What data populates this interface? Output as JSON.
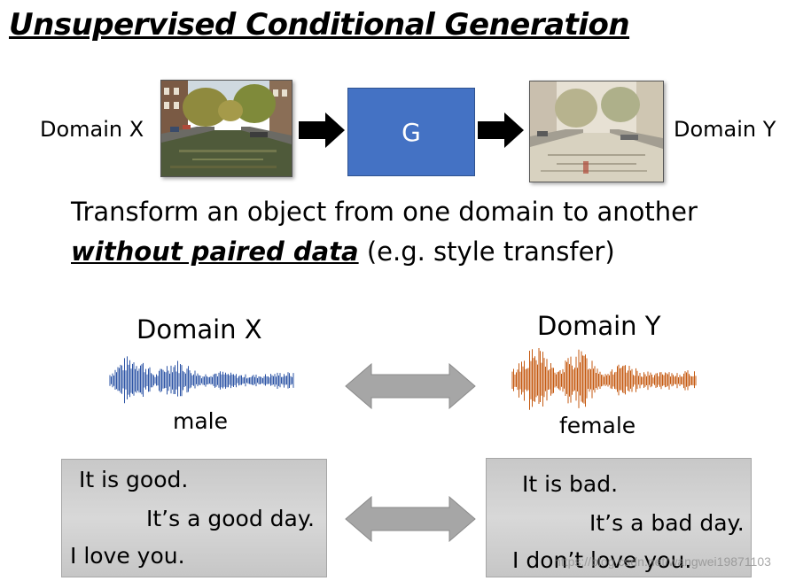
{
  "title": "Unsupervised Conditional Generation",
  "top_row": {
    "domain_x_label": "Domain X",
    "generator_label": "G",
    "domain_y_label": "Domain Y"
  },
  "description": {
    "line1": "Transform an object from one domain to another",
    "line2_emphasis": "without paired data",
    "line2_rest": " (e.g. style transfer)"
  },
  "audio": {
    "domain_x_label": "Domain X",
    "domain_y_label": "Domain Y",
    "left_caption": "male",
    "right_caption": "female",
    "left_color": "#2e55a6",
    "right_color": "#c55a11"
  },
  "text_examples": {
    "left": [
      "It is good.",
      "It’s a good day.",
      "I love you."
    ],
    "right": [
      "It is bad.",
      "It’s a bad day.",
      "I don’t love you."
    ]
  },
  "colors": {
    "generator_box": "#4472c4",
    "double_arrow": "#a6a6a6"
  },
  "watermark": "https://blog.csdn.net/wangwei19871103"
}
